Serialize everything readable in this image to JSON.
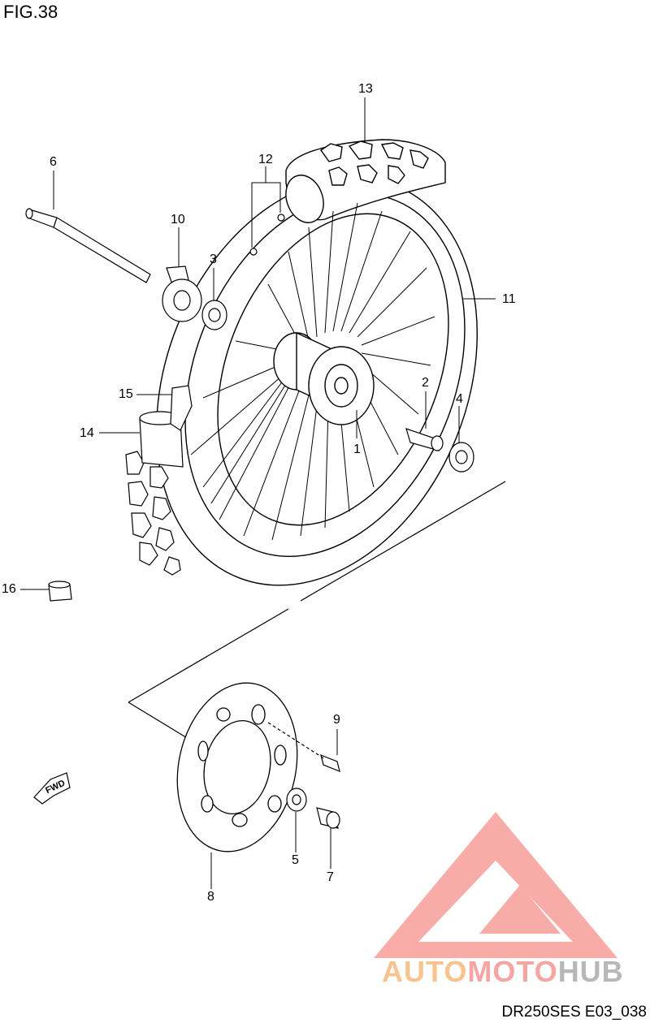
{
  "figure_title": "FIG.38",
  "diagram_code": "DR250SES E03_038",
  "fwd_label": "FWD",
  "watermark": {
    "part1": "AUTO",
    "part2": "MOTO",
    "part3": "HUB"
  },
  "callouts": {
    "c1": "1",
    "c2": "2",
    "c3": "3",
    "c4": "4",
    "c5": "5",
    "c6": "6",
    "c7": "7",
    "c8": "8",
    "c9": "9",
    "c10": "10",
    "c11": "11",
    "c12": "12",
    "c13": "13",
    "c14": "14",
    "c15": "15",
    "c16": "16"
  },
  "colors": {
    "line": "#000000",
    "watermark_red": "#f26a62",
    "watermark_orange": "#f7b36b",
    "watermark_grey": "#a0a0a0"
  }
}
